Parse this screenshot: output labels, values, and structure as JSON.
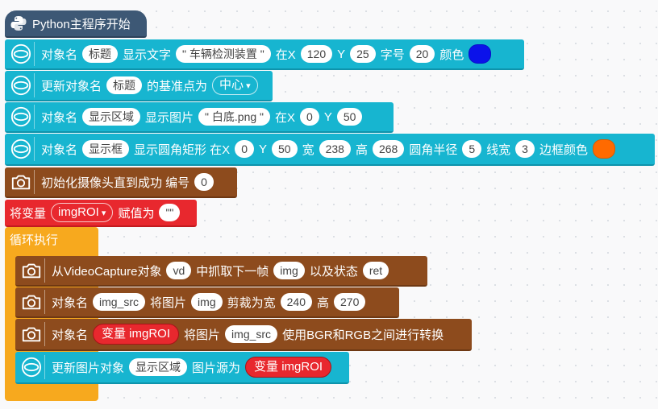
{
  "colors": {
    "cyan": "#17b5d0",
    "brown": "#8d4b1d",
    "red": "#e8282e",
    "orange": "#f7a91e",
    "hat": "#3d5875",
    "swatch_blue": "#0b12ea",
    "swatch_orange": "#ff6a00"
  },
  "hat": {
    "label": "Python主程序开始",
    "icon": "python-icon"
  },
  "set_text": {
    "obj_name_label": "对象名",
    "obj": "标题",
    "show_text_label": "显示文字",
    "text": "\" 车辆检测装置 \"",
    "at_x_label": "在X",
    "x": "120",
    "y_label": "Y",
    "y": "25",
    "font_size_label": "字号",
    "font_size": "20",
    "color_label": "颜色",
    "color": "#0b12ea"
  },
  "set_base": {
    "label1": "更新对象名",
    "obj": "标题",
    "label2": "的基准点为",
    "value": "中心"
  },
  "show_image": {
    "obj_name_label": "对象名",
    "obj": "显示区域",
    "show_image_label": "显示图片",
    "file": "\" 白底.png \"",
    "at_x_label": "在X",
    "x": "0",
    "y_label": "Y",
    "y": "50"
  },
  "rounded_rect": {
    "obj_name_label": "对象名",
    "obj": "显示框",
    "label": "显示圆角矩形 在X",
    "x": "0",
    "y_label": "Y",
    "y": "50",
    "w_label": "宽",
    "w": "238",
    "h_label": "高",
    "h": "268",
    "radius_label": "圆角半径",
    "radius": "5",
    "line_label": "线宽",
    "line": "3",
    "border_label": "边框颜色",
    "color": "#ff6a00"
  },
  "camera_init": {
    "label": "初始化摄像头直到成功 编号",
    "index": "0"
  },
  "set_var": {
    "label1": "将变量",
    "var": "imgROI",
    "label2": "赋值为",
    "value": "\"\""
  },
  "loop": {
    "label": "循环执行"
  },
  "capture": {
    "label1": "从VideoCapture对象",
    "obj": "vd",
    "label2": "中抓取下一帧",
    "img": "img",
    "label3": "以及状态",
    "ret": "ret"
  },
  "crop": {
    "label1": "对象名",
    "obj": "img_src",
    "label2": "将图片",
    "img": "img",
    "label3": "剪裁为宽",
    "w": "240",
    "h_label": "高",
    "h": "270"
  },
  "convert": {
    "label1": "对象名",
    "var": "变量 imgROI",
    "label2": "将图片",
    "img": "img_src",
    "label3": "使用BGR和RGB之间进行转换"
  },
  "update_image": {
    "label1": "更新图片对象",
    "obj": "显示区域",
    "label2": "图片源为",
    "var": "变量 imgROI"
  }
}
